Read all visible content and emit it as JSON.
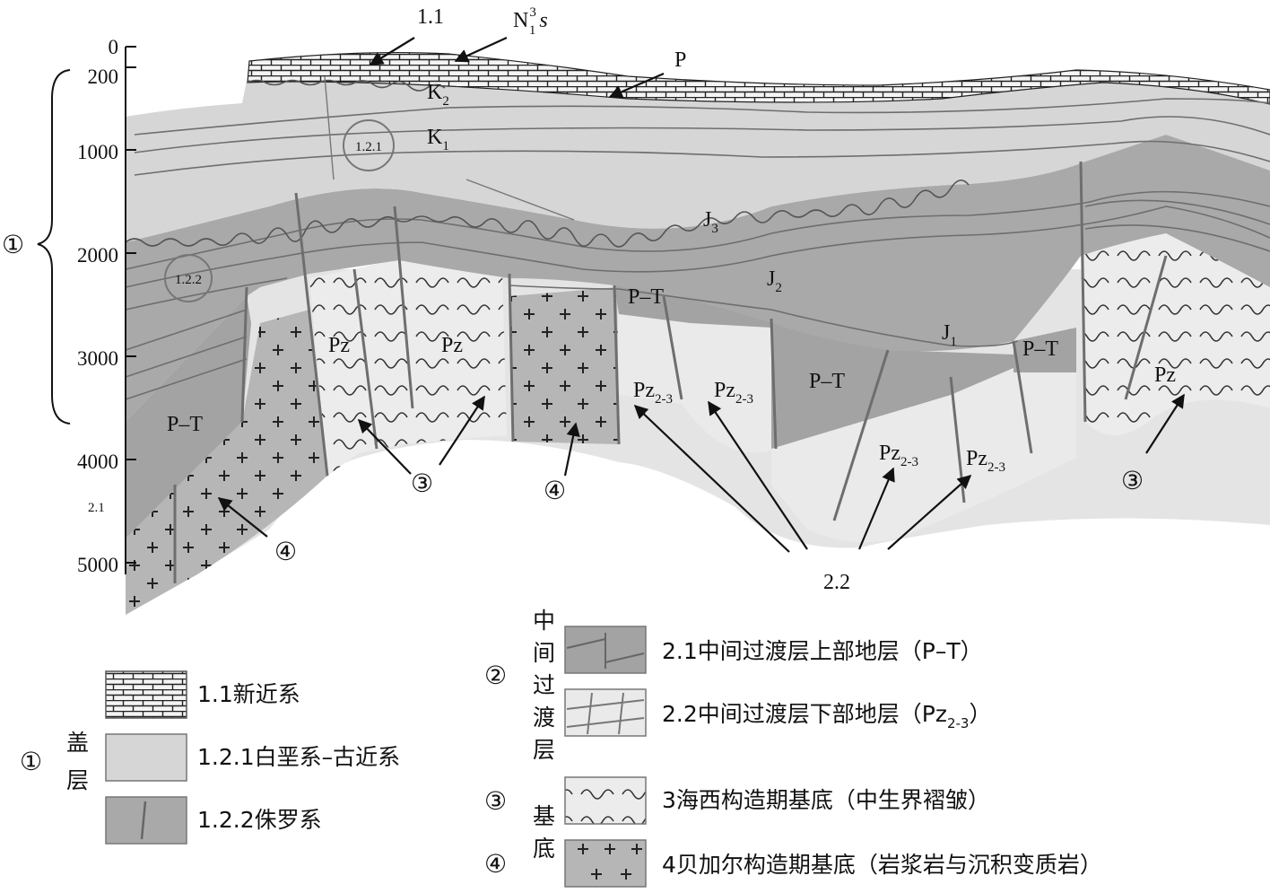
{
  "axis": {
    "ticks": [
      "0",
      "200",
      "1000",
      "2000",
      "3000",
      "4000",
      "5000"
    ]
  },
  "labels": {
    "n1_label": "1.1",
    "n1s_main": "N",
    "n1s_sup": "3",
    "n1s_sub": "1",
    "n1s_s": "s",
    "p_top": "P",
    "k2_main": "K",
    "k2_sub": "2",
    "k1_main": "K",
    "k1_sub": "1",
    "circ_121": "1.2.1",
    "circ_122": "1.2.2",
    "j3_main": "J",
    "j3_sub": "3",
    "j2_main": "J",
    "j2_sub": "2",
    "j1_main": "J",
    "j1_sub": "1",
    "pt_left": "P–T",
    "pt_mid_top": "P–T",
    "pt_mid": "P–T",
    "pt_right": "P–T",
    "pz_1": "Pz",
    "pz_2": "Pz",
    "pz_right": "Pz",
    "pz23_main": "Pz",
    "pz23_sub": "2-3",
    "label_21": "2.1",
    "label_22": "2.2",
    "circ3": "③",
    "circ4": "④",
    "circ1": "①"
  },
  "legend": {
    "group1_marker": "①",
    "group1_title": [
      "盖",
      "层"
    ],
    "item_11": "1.1新近系",
    "item_121": "1.2.1白垩系–古近系",
    "item_122": "1.2.2侏罗系",
    "group2_marker": "②",
    "group2_title": [
      "中",
      "间",
      "过",
      "渡",
      "层"
    ],
    "item_21": "2.1中间过渡层上部地层（P–T）",
    "item_22_main": "2.2中间过渡层下部地层（Pz",
    "item_22_sub": "2-3",
    "item_22_end": "）",
    "group3_marker": "③",
    "group34_title": [
      "基",
      "底"
    ],
    "item_3": "3海西构造期基底（中生界褶皱）",
    "group4_marker": "④",
    "item_4": "4贝加尔构造期基底（岩浆岩与沉积变质岩）"
  },
  "colors": {
    "cover_light": "#d6d6d6",
    "jurassic": "#a9a9a9",
    "pt": "#a3a3a3",
    "pz23": "#eaeaea",
    "pz": "#ececec",
    "baikal": "#b6b6b6",
    "neogene": "#f4f4f4",
    "basement_bg": "#e4e4e4",
    "line": "#6e6e6e"
  }
}
